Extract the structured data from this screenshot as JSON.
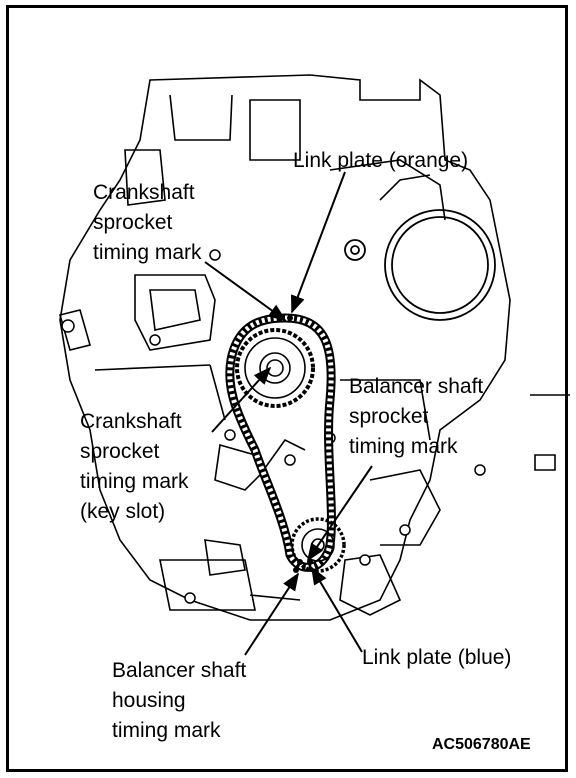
{
  "labels": {
    "link_plate_orange": "Link plate (orange)",
    "crankshaft_sprocket_mark": [
      "Crankshaft",
      "sprocket",
      "timing mark"
    ],
    "balancer_shaft_sprocket_mark": [
      "Balancer shaft",
      "sprocket",
      "timing mark"
    ],
    "crankshaft_key_slot_mark": [
      "Crankshaft",
      "sprocket",
      "timing mark",
      "(key slot)"
    ],
    "link_plate_blue": "Link plate (blue)",
    "balancer_housing_mark": [
      "Balancer shaft",
      "housing",
      "timing mark"
    ]
  },
  "figure_code": "AC506780AE"
}
